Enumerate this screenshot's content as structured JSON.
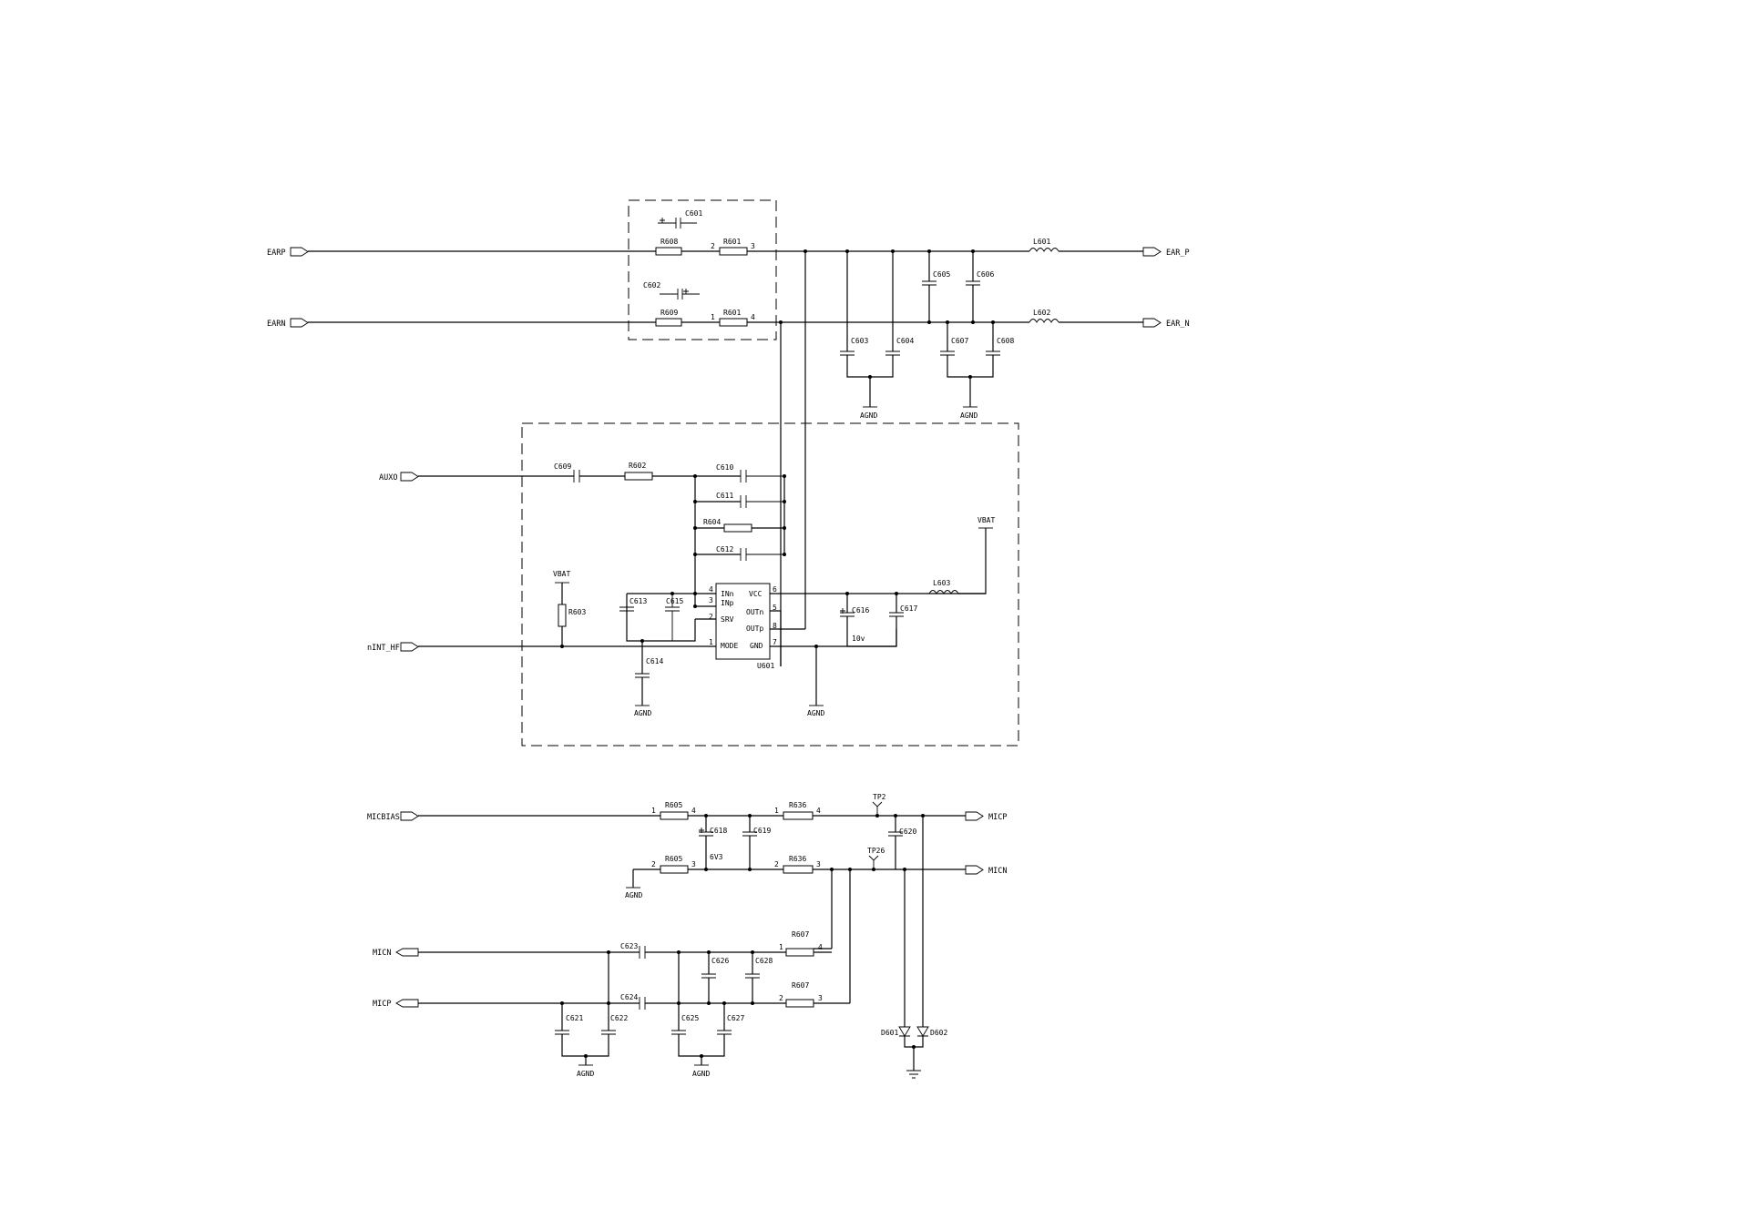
{
  "ports": {
    "earp": "EARP",
    "earn": "EARN",
    "ear_p": "EAR_P",
    "ear_n": "EAR_N",
    "auxo": "AUXO",
    "nint": "nINT_HF",
    "micbias": "MICBIAS",
    "micp_out": "MICP",
    "micn_out": "MICN",
    "micn_in": "MICN",
    "micp_in": "MICP"
  },
  "components": {
    "c601": "C601",
    "c602": "C602",
    "r608a": "R608",
    "r609": "R609",
    "r601a": "R601",
    "r601b": "R601",
    "l601": "L601",
    "l602": "L602",
    "l603": "L603",
    "c603": "C603",
    "c604": "C604",
    "c605": "C605",
    "c606": "C606",
    "c607": "C607",
    "c608": "C608",
    "c609": "C609",
    "r602": "R602",
    "c610": "C610",
    "c611": "C611",
    "r604": "R604",
    "c612": "C612",
    "c613": "C613",
    "c615": "C615",
    "c614": "C614",
    "r603": "R603",
    "c616": "C616",
    "c617": "C617",
    "u601": "U601",
    "r605a": "R605",
    "r605b": "R605",
    "r606a": "R636",
    "r606b": "R636",
    "c618": "C618",
    "c619": "C619",
    "c620": "C620",
    "tp2": "TP2",
    "tp26": "TP26",
    "c623": "C623",
    "c624": "C624",
    "c626": "C626",
    "c628": "C628",
    "c621": "C621",
    "c622": "C622",
    "c625": "C625",
    "c627": "C627",
    "r607a": "R607",
    "r607b": "R607",
    "d601": "D601",
    "d602": "D602"
  },
  "values": {
    "c616": "10v",
    "c618": "6V3"
  },
  "pins": {
    "r601a_l": "2",
    "r601a_r": "3",
    "r601b_l": "1",
    "r601b_r": "4",
    "r605a_l": "1",
    "r605a_r": "4",
    "r605b_l": "2",
    "r605b_r": "3",
    "r606a_l": "1",
    "r606a_r": "4",
    "r606b_l": "2",
    "r606b_r": "3",
    "r607a_l": "1",
    "r607a_r": "4",
    "r607b_l": "2",
    "r607b_r": "3",
    "u_inn": "4",
    "u_inp": "3",
    "u_srv": "2",
    "u_mode": "1",
    "u_vcc": "6",
    "u_outn": "5",
    "u_outp": "8",
    "u_gnd": "7"
  },
  "ic": {
    "inn": "INn",
    "inp": "INp",
    "srv": "SRV",
    "mode": "MODE",
    "vcc": "VCC",
    "outn": "OUTn",
    "outp": "OUTp",
    "gnd": "GND"
  },
  "nets": {
    "vbat1": "VBAT",
    "vbat2": "VBAT",
    "agnd": "AGND"
  }
}
